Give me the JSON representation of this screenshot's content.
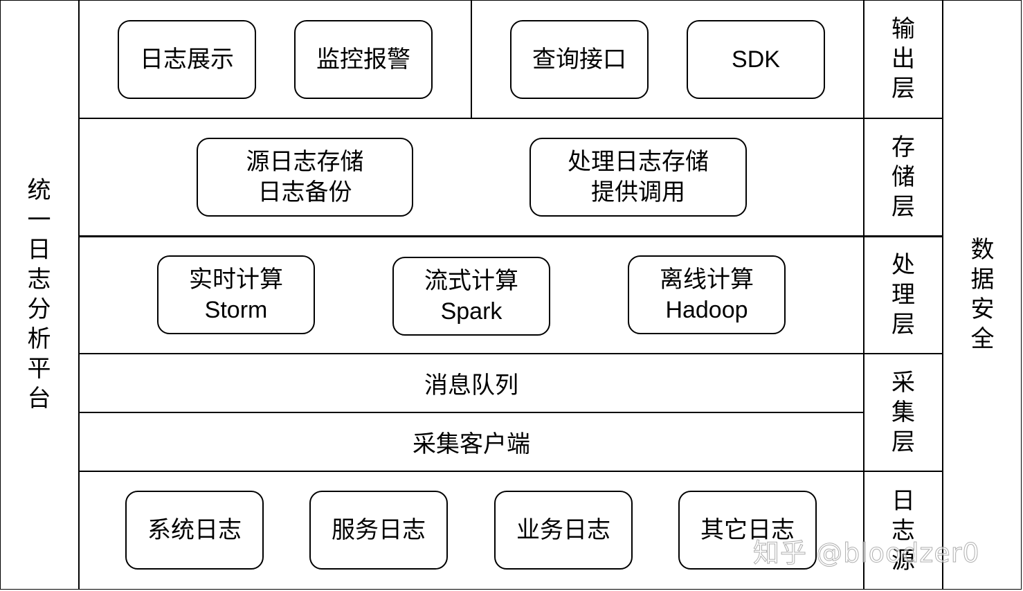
{
  "left_title": "统一日志分析平台",
  "right_title": "数据安全",
  "layers": {
    "output": "输出层",
    "storage": "存储层",
    "processing": "处理层",
    "collection": "采集层",
    "source": "日志源"
  },
  "output": {
    "log_display": "日志展示",
    "monitor_alert": "监控报警",
    "query_api": "查询接口",
    "sdk": "SDK"
  },
  "storage": {
    "source_log": [
      "源日志存储",
      "日志备份"
    ],
    "processed_log": [
      "处理日志存储",
      "提供调用"
    ]
  },
  "processing": {
    "realtime": [
      "实时计算",
      "Storm"
    ],
    "stream": [
      "流式计算",
      "Spark"
    ],
    "offline": [
      "离线计算",
      "Hadoop"
    ]
  },
  "collection": {
    "message_queue": "消息队列",
    "client": "采集客户端"
  },
  "sources": {
    "system": "系统日志",
    "service": "服务日志",
    "business": "业务日志",
    "other": "其它日志"
  },
  "watermark": "知乎 @bloodzer0"
}
